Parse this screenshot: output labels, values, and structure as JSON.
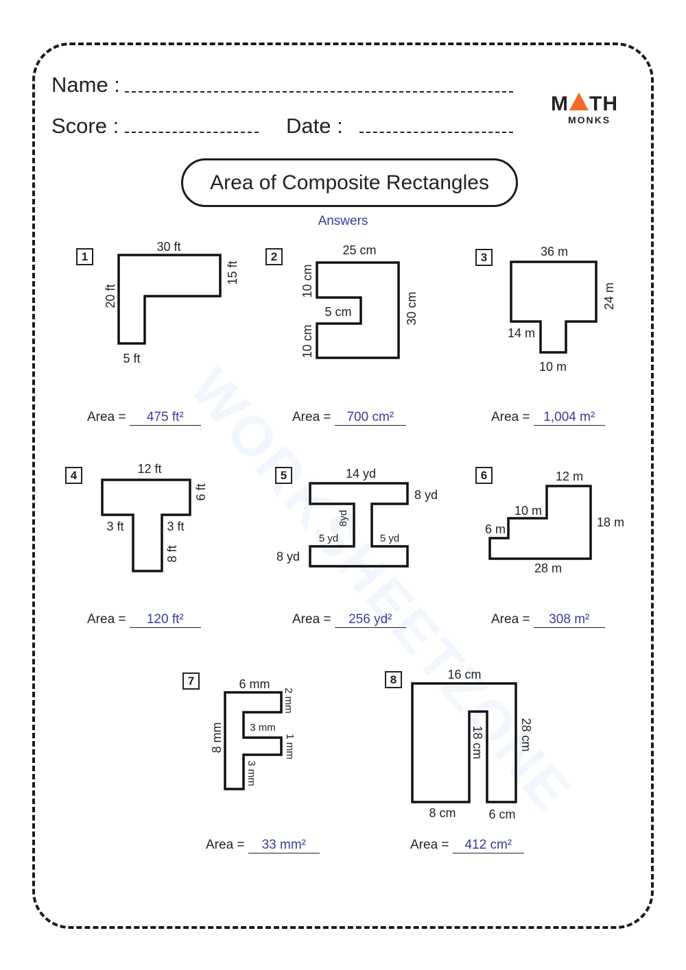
{
  "header": {
    "name_label": "Name :",
    "score_label": "Score :",
    "date_label": "Date :"
  },
  "logo": {
    "top": "MATH",
    "bottom": "MONKS",
    "accent_color": "#f26a2a"
  },
  "title": "Area of Composite Rectangles",
  "answers_label": "Answers",
  "watermark": "WORKSHEETZONE",
  "area_label": "Area =",
  "problems": [
    {
      "number": "1",
      "answer": "475 ft²",
      "labels": [
        "30 ft",
        "15 ft",
        "20 ft",
        "5 ft"
      ]
    },
    {
      "number": "2",
      "answer": "700 cm²",
      "labels": [
        "25 cm",
        "10 cm",
        "5 cm",
        "30 cm",
        "10 cm"
      ]
    },
    {
      "number": "3",
      "answer": "1,004 m²",
      "labels": [
        "36 m",
        "24 m",
        "14 m",
        "10 m"
      ]
    },
    {
      "number": "4",
      "answer": "120 ft²",
      "labels": [
        "12 ft",
        "6 ft",
        "3 ft",
        "3 ft",
        "8 ft"
      ]
    },
    {
      "number": "5",
      "answer": "256 yd²",
      "labels": [
        "14 yd",
        "8 yd",
        "8yd",
        "5 yd",
        "5 yd",
        "8 yd"
      ]
    },
    {
      "number": "6",
      "answer": "308 m²",
      "labels": [
        "12 m",
        "10 m",
        "18 m",
        "6 m",
        "28 m"
      ]
    },
    {
      "number": "7",
      "answer": "33 mm²",
      "labels": [
        "6 mm",
        "2 mm",
        "3 mm",
        "1 mm",
        "8 mm",
        "3 mm"
      ]
    },
    {
      "number": "8",
      "answer": "412 cm²",
      "labels": [
        "16 cm",
        "28 cm",
        "18 cm",
        "8 cm",
        "6 cm"
      ]
    }
  ]
}
